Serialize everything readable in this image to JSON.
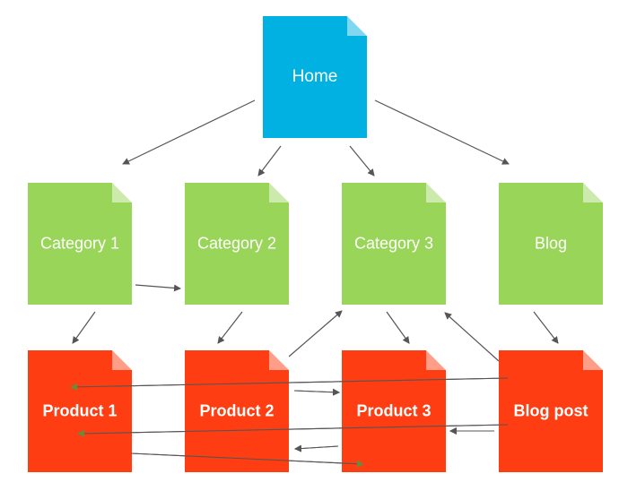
{
  "diagram": {
    "home": {
      "label": "Home",
      "color": "#00b1e1"
    },
    "categories": [
      {
        "label": "Category 1"
      },
      {
        "label": "Category 2"
      },
      {
        "label": "Category 3"
      },
      {
        "label": "Blog"
      }
    ],
    "products": [
      {
        "label": "Product 1"
      },
      {
        "label": "Product 2"
      },
      {
        "label": "Product 3"
      },
      {
        "label": "Blog post"
      }
    ],
    "colors": {
      "category": "#99d558",
      "product": "#fe3d12",
      "arrow": "#555555",
      "link_arrow": "#6b8a3a"
    }
  }
}
